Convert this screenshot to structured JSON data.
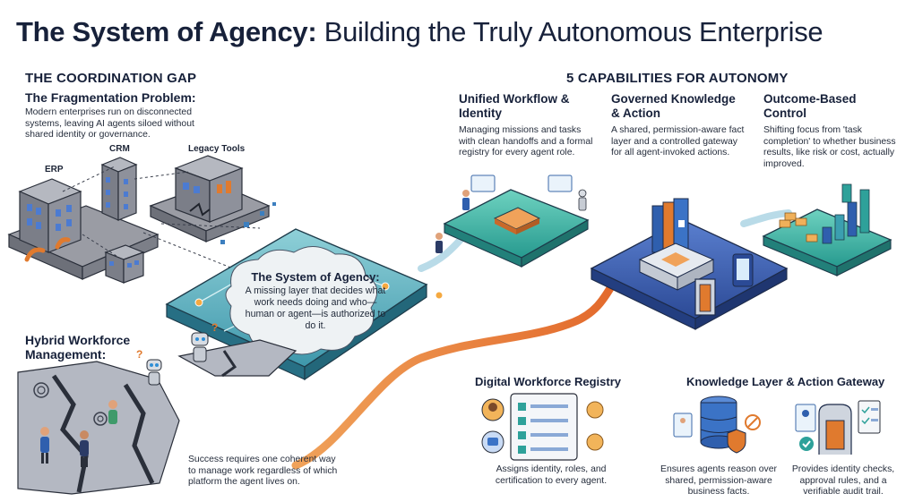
{
  "title": {
    "bold_part": "The System of Agency:",
    "rest_part": "Building the Truly Autonomous Enterprise"
  },
  "left": {
    "section_heading": "THE COORDINATION GAP",
    "fragmentation_title": "The Fragmentation Problem:",
    "fragmentation_text": "Modern enterprises run on disconnected systems, leaving AI agents siloed without shared identity or governance.",
    "tools": {
      "erp": "ERP",
      "crm": "CRM",
      "legacy": "Legacy Tools"
    },
    "hybrid_title": "Hybrid Workforce Management:",
    "success_text": "Success requires one coherent way to manage work regardless of which platform the agent lives on."
  },
  "center": {
    "agency_title": "The System of Agency:",
    "agency_text": "A missing layer that decides what work needs doing and who—human or agent—is authorized to do it."
  },
  "right": {
    "section_heading": "5 CAPABILITIES FOR AUTONOMY",
    "capabilities": [
      {
        "title": "Unified Workflow & Identity",
        "text": "Managing missions and tasks with clean handoffs and a formal registry for every agent role."
      },
      {
        "title": "Governed Knowledge & Action",
        "text": "A shared, permission-aware fact layer and a controlled gateway for all agent-invoked actions."
      },
      {
        "title": "Outcome-Based Control",
        "text": "Shifting focus from 'task completion' to whether business results, like risk or cost, actually improved."
      }
    ],
    "registry": {
      "title": "Digital Workforce Registry",
      "text": "Assigns identity, roles, and certification to every agent."
    },
    "gateway": {
      "title": "Knowledge Layer & Action Gateway",
      "knowledge_text": "Ensures agents reason over shared, permission-aware business facts.",
      "action_text": "Provides identity checks, approval rules, and a verifiable audit trail."
    }
  },
  "colors": {
    "navy": "#17213a",
    "teal_platform": "#2f8fa6",
    "teal_light": "#7cc4cf",
    "orange_path": "#e8792e",
    "blue_platform": "#2f4e9c",
    "green_platform": "#2ea19a",
    "gray_building": "#8c8f99"
  }
}
